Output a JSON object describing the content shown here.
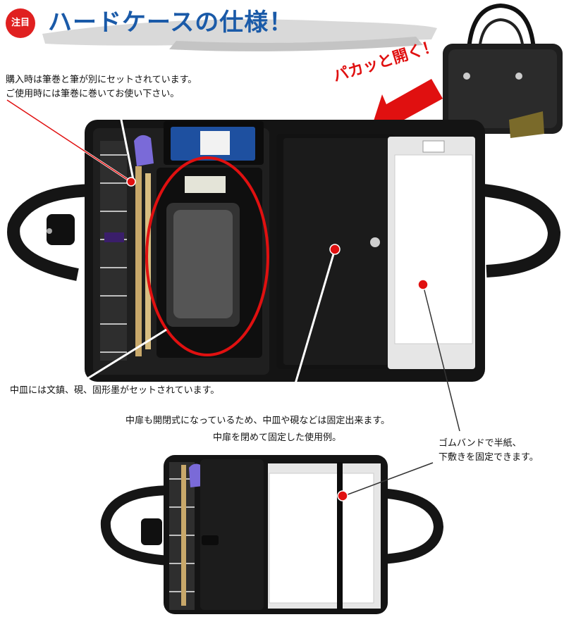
{
  "header": {
    "badge_label": "注目",
    "title": "ハードケースの仕様！"
  },
  "open_callout": "パカッと開く！",
  "notes": {
    "brush_set": [
      "購入時は筆巻と筆が別にセットされています。",
      "ご使用時には筆巻に巻いてお使い下さい。"
    ],
    "tray": "中皿には文鎮、硯、固形墨がセットされています。",
    "inner_door": "中扉も開閉式になっているため、中皿や硯などは固定出来ます。",
    "closed_example": "中扉を閉めて固定した使用例。",
    "rubber_band": [
      "ゴムバンドで半紙、",
      "下敷きを固定できます。"
    ]
  },
  "colors": {
    "accent_red": "#e01010",
    "title_blue": "#1a5aa8",
    "case_black": "#1b1b1b"
  }
}
